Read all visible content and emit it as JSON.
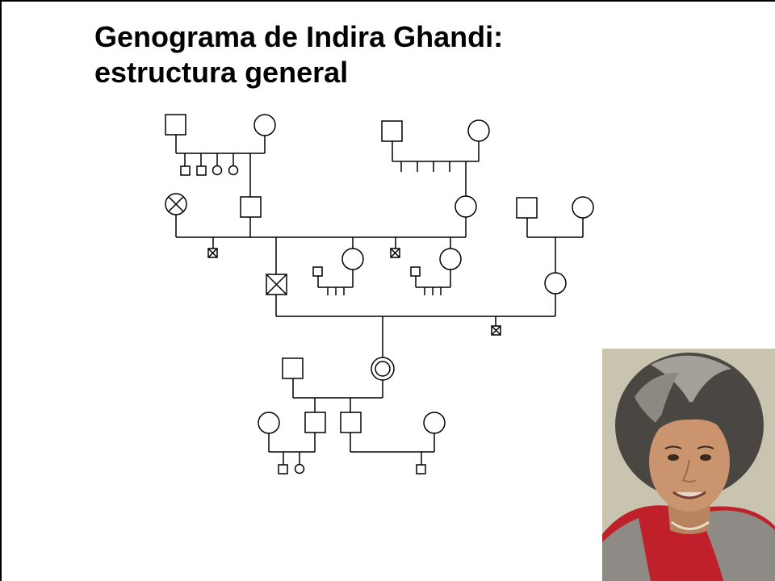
{
  "title": {
    "line1": "Genograma de Indira Ghandi:",
    "line2": "estructura general"
  },
  "colors": {
    "line": "#000000",
    "background": "#ffffff",
    "photo_background": "#c9c4b0",
    "hair_dark": "#4a4641",
    "hair_grey": "#a39f99",
    "skin": "#c9946e",
    "sari_red": "#c0202a",
    "sari_grey": "#8e8a85"
  },
  "photo": {
    "icon": "portrait-photo",
    "subject": "Indira Ghandi"
  }
}
